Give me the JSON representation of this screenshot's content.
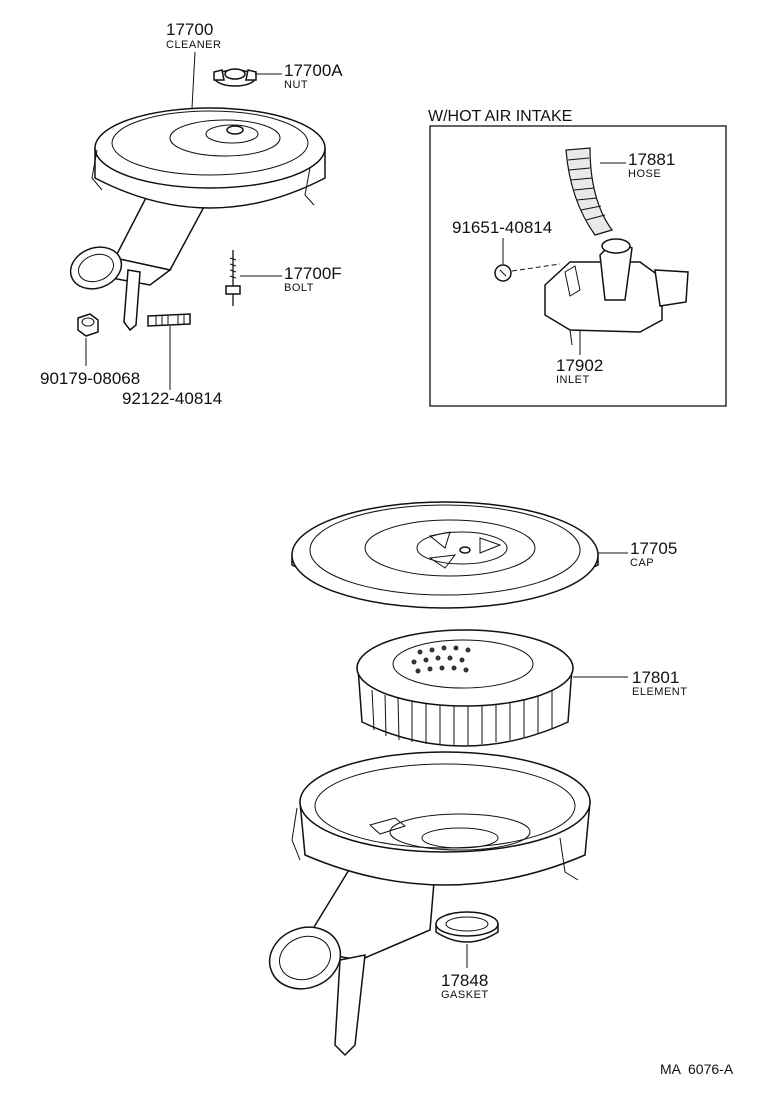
{
  "inset_title": "W/HOT AIR INTAKE",
  "drawing_code": "MA  6076-A",
  "parts": {
    "cleaner": {
      "number": "17700",
      "label": "CLEANER"
    },
    "nut_wing": {
      "number": "17700A",
      "label": "NUT"
    },
    "bolt": {
      "number": "17700F",
      "label": "BOLT"
    },
    "nut": {
      "number": "90179-08068"
    },
    "stud": {
      "number": "92122-40814"
    },
    "hose": {
      "number": "17881",
      "label": "HOSE"
    },
    "screw": {
      "number": "91651-40814"
    },
    "inlet": {
      "number": "17902",
      "label": "INLET"
    },
    "cap": {
      "number": "17705",
      "label": "CAP"
    },
    "element": {
      "number": "17801",
      "label": "ELEMENT"
    },
    "gasket": {
      "number": "17848",
      "label": "GASKET"
    }
  }
}
